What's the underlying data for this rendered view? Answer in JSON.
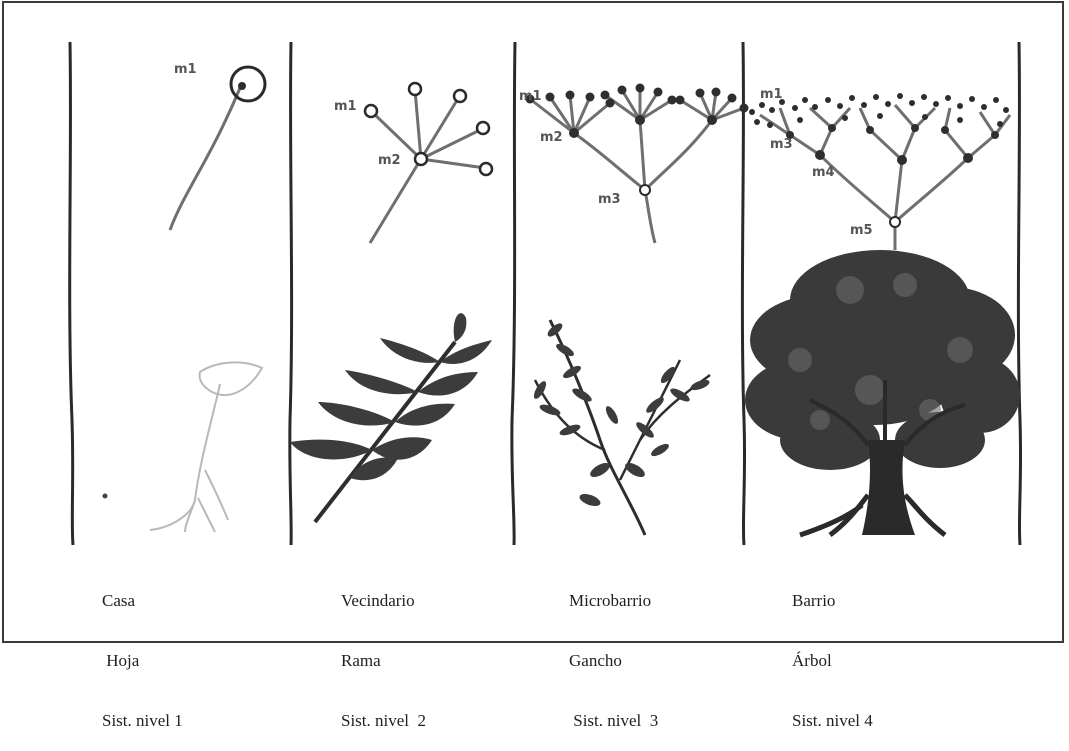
{
  "columns": [
    {
      "name": "Casa",
      "equivalent": " Hoja",
      "level": "Sist. nivel 1",
      "node_labels": [
        "m1"
      ]
    },
    {
      "name": "Vecindario",
      "equivalent": "Rama",
      "level": "Sist. nivel  2",
      "node_labels": [
        "m1",
        "m2"
      ]
    },
    {
      "name": "Microbarrio",
      "equivalent": "Gancho",
      "level": " Sist. nivel  3",
      "node_labels": [
        "m1",
        "m2",
        "m3"
      ]
    },
    {
      "name": "Barrio",
      "equivalent": "Árbol",
      "level": "Sist. nivel 4",
      "node_labels": [
        "m1",
        "m3",
        "m4",
        "m5"
      ]
    }
  ],
  "colors": {
    "ink": "#2a2a2a",
    "branch": "#6f6f6f",
    "node": "#2e2e2e",
    "leaf": "#3c3c3c",
    "pencil": "#b9b9b9"
  }
}
